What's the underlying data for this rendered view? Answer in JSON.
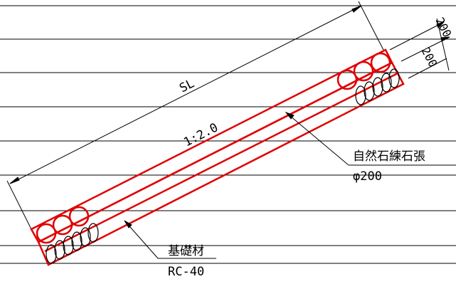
{
  "drawing": {
    "slope_length_label": "SL",
    "gradient_label": "1:2.0",
    "dimension_top": "200",
    "dimension_bottom": "200",
    "facing_material": {
      "name": "自然石練石張",
      "spec": "φ200"
    },
    "base_material": {
      "name": "基礎材",
      "spec": "RC-40"
    },
    "colors": {
      "structure": "#e00000",
      "linework": "#000000",
      "background": "#ffffff"
    }
  }
}
